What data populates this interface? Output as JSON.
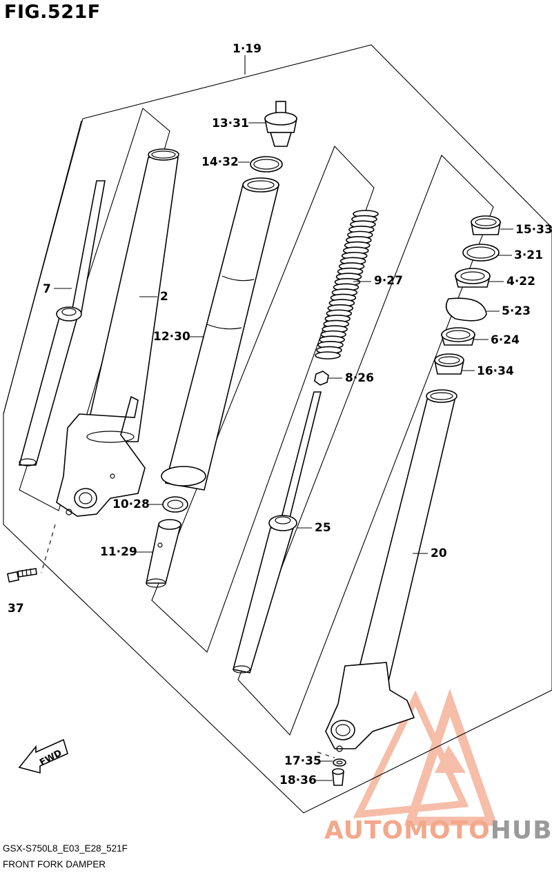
{
  "figure": {
    "title": "FIG.521F",
    "model_code": "GSX-S750L8_E03_E28_521F",
    "name": "FRONT FORK DAMPER"
  },
  "parts": [
    {
      "id": "assembly",
      "label": "1·19"
    },
    {
      "id": "cap-bolt",
      "label": "13·31"
    },
    {
      "id": "o-ring",
      "label": "14·32"
    },
    {
      "id": "inner-tube-left",
      "label": "2"
    },
    {
      "id": "damper-rod-left",
      "label": "7"
    },
    {
      "id": "cylinder",
      "label": "12·30"
    },
    {
      "id": "spring",
      "label": "9·27"
    },
    {
      "id": "nut",
      "label": "8·26"
    },
    {
      "id": "cylinder-base",
      "label": "10·28"
    },
    {
      "id": "oil-lock-piece",
      "label": "11·29"
    },
    {
      "id": "damper-rod-right",
      "label": "25"
    },
    {
      "id": "outer-tube",
      "label": "20"
    },
    {
      "id": "dust-seal",
      "label": "15·33"
    },
    {
      "id": "stopper-ring",
      "label": "3·21"
    },
    {
      "id": "oil-seal",
      "label": "4·22"
    },
    {
      "id": "retainer-clip",
      "label": "5·23"
    },
    {
      "id": "washer",
      "label": "6·24"
    },
    {
      "id": "bushing",
      "label": "16·34"
    },
    {
      "id": "gasket",
      "label": "17·35"
    },
    {
      "id": "bolt-lower",
      "label": "18·36"
    },
    {
      "id": "bolt-axle",
      "label": "37"
    }
  ],
  "direction_arrow": "FWD",
  "watermark": {
    "word_part_1": "AUTOMOTO",
    "word_part_2": "HUB",
    "color_primary": "#f3a88c",
    "color_secondary": "#9a9a9a"
  },
  "colors": {
    "ink": "#000000",
    "background": "#ffffff"
  }
}
